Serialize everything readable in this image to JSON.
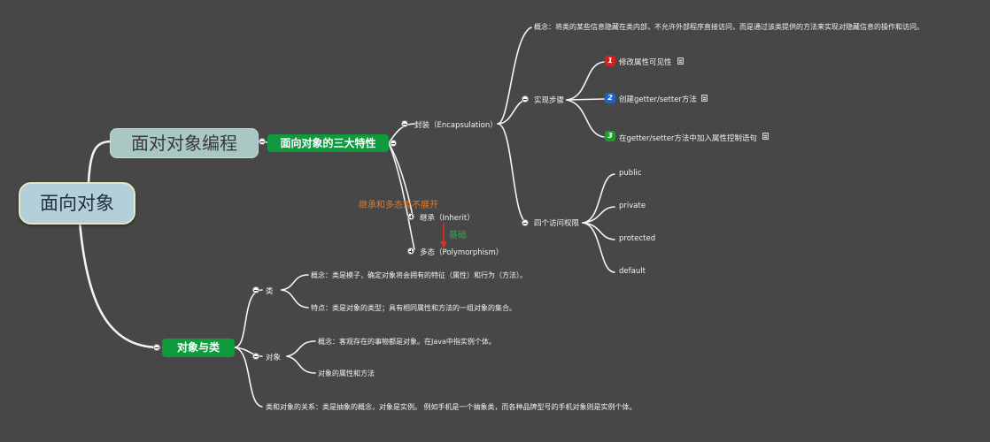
{
  "root": {
    "label": "面向对象"
  },
  "oop": {
    "label": "面对对象编程"
  },
  "three": {
    "label": "面向对象的三大特性",
    "encapsulation": {
      "label": "封装（Encapsulation）",
      "concept": "概念：将类的某些信息隐藏在类内部，不允许外部程序直接访问，而是通过该类提供的方法来实现对隐藏信息的操作和访问。",
      "steps": {
        "label": "实现步骤",
        "items": [
          {
            "num": "1",
            "text": "修改属性可见性",
            "color": "#d61f1f"
          },
          {
            "num": "2",
            "text": "创建getter/setter方法",
            "color": "#1f63c8"
          },
          {
            "num": "3",
            "text": "在getter/setter方法中加入属性控制语句",
            "color": "#1f9a2c"
          }
        ]
      },
      "access": {
        "label": "四个访问权限",
        "items": [
          "public",
          "private",
          "protected",
          "default"
        ]
      }
    },
    "inherit": {
      "label": "继承（Inherit）"
    },
    "polymorphism": {
      "label": "多态（Polymorphism）"
    },
    "annotation": "继承和多态暂不展开",
    "relation": "基础"
  },
  "objclass": {
    "label": "对象与类",
    "cls": {
      "label": "类",
      "concept": "概念：类是模子，确定对象将会拥有的特征（属性）和行为（方法）。",
      "feature": "特点：类是对象的类型；具有相同属性和方法的一组对象的集合。"
    },
    "obj": {
      "label": "对象",
      "concept": "概念：客观存在的事物都是对象。在Java中指实例个体。",
      "attr": "对象的属性和方法"
    },
    "rel": "类和对象的关系：类是抽象的概念，对象是实例。   例如手机是一个抽象类，而各种品牌型号的手机对象则是实例个体。"
  },
  "colors": {
    "background": "#474747",
    "main_topic": "#0f9a3e",
    "annotation": "#e07a2a",
    "relation_arrow": "#e32b2b"
  }
}
